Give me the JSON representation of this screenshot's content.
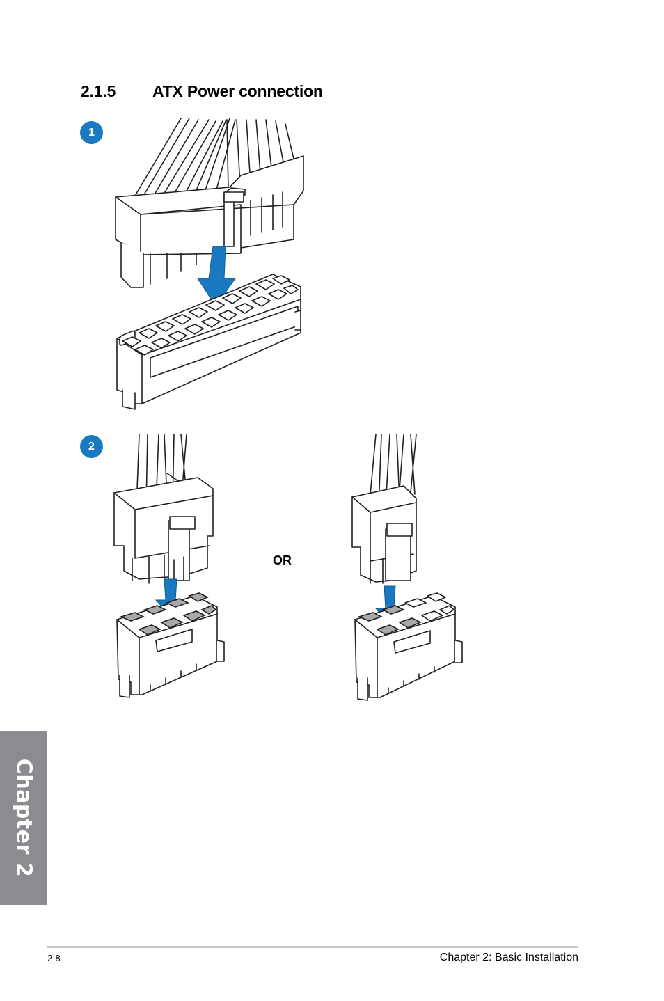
{
  "section": {
    "number": "2.1.5",
    "title": "ATX Power connection"
  },
  "steps": [
    {
      "badge": "1"
    },
    {
      "badge": "2"
    }
  ],
  "separator": "OR",
  "side_tab": {
    "label": "Chapter 2"
  },
  "footer": {
    "page_number": "2-8",
    "chapter_title": "Chapter 2: Basic Installation"
  },
  "colors": {
    "accent_blue": "#1a7ac1",
    "side_tab_gray": "#8a8c8f",
    "pin_gray": "#a7a9ac"
  }
}
